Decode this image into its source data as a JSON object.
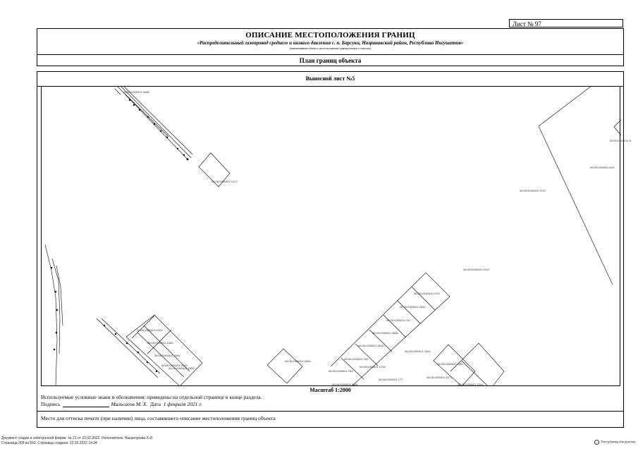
{
  "sheet_label": "Лист № 97",
  "header": {
    "title": "ОПИСАНИЕ МЕСТОПОЛОЖЕНИЯ ГРАНИЦ",
    "subtitle": "«Распределительный газопровод среднего и низкого давления с. п. Барсуки, Назрановский район, Республика Ингушетия»",
    "subnote": "(наименование объекта, местоположение границ которого описано)",
    "plan_title": "План границ объекта"
  },
  "frame": {
    "heading": "Выносной лист №5",
    "scale": "Масштаб 1:2000",
    "legend": "Используемые условные знаки и обозначения: приведены на отдельной странице в конце раздела.",
    "signature_label": "Подпись",
    "signature_name": "Мальсагов М. Х.",
    "date_label": "Дата",
    "date_value": "1 февраля 2021 г.",
    "stamp_text": "Место для оттиска печати (при наличии) лица, составившего описание местоположения границ объекта"
  },
  "map_labels": [
    "06:05:0300001:3485",
    "06:05:0300001:1472",
    "06:05:0300001:6",
    "06:05:0300001:619",
    "06:05:0000000:7013",
    "06:05:0000000:7020",
    "06:05:0300001:2763",
    "06:05:0300001:2082",
    "06:05:0300001:761",
    "06:05:0300001:2688",
    "06:05:0300001:2630",
    "06:05:0300001:7631",
    "06:05:0300001:769",
    "06:05:0300001:2706",
    "06:05:0300001:2589",
    "06:05:0300001:764",
    "06:05:0300001:777",
    "06:05:0300001:2084",
    "06:05:0300001:2271",
    "06:05:0300001:2264",
    "06:05:0300001:2089",
    "06:05:0300001:2300",
    "06:05:0300001:2380",
    "06:05:0300001:2082",
    "06:05:0300001:2083",
    "06:05:0300001:2382"
  ],
  "footer": {
    "line1": "Документ создан в электронной форме. № 21 от 22.02.2022. Исполнитель: Вышегурова Х.И.",
    "line2": "Страница 309 из 550. Страница создана: 22.02.2022 14:34",
    "brand": "Республика Ингушетия"
  }
}
